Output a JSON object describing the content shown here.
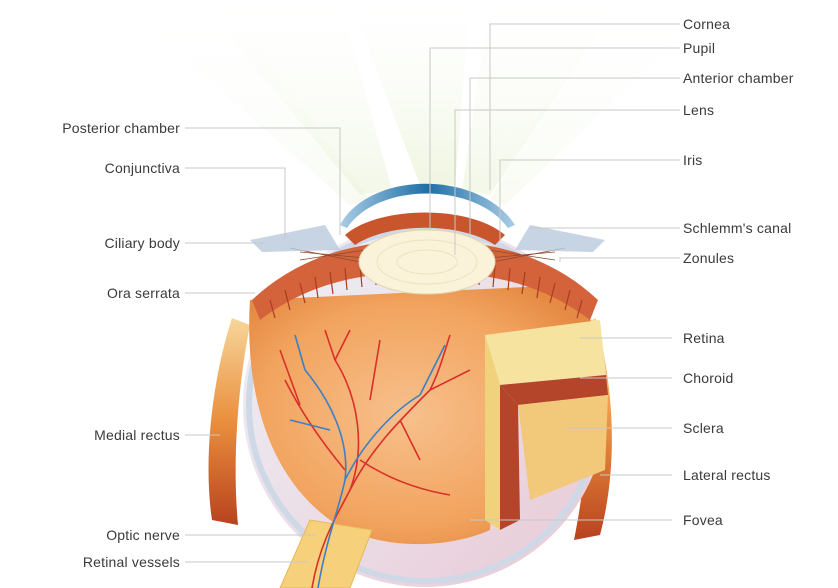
{
  "labels": {
    "left": {
      "posterior_chamber": "Posterior chamber",
      "conjunctiva": "Conjunctiva",
      "ciliary_body": "Ciliary body",
      "ora_serrata": "Ora serrata",
      "medial_rectus": "Medial rectus",
      "optic_nerve": "Optic nerve",
      "retinal_vessels": "Retinal vessels"
    },
    "right": {
      "cornea": "Cornea",
      "pupil": "Pupil",
      "anterior_chamber": "Anterior chamber",
      "lens": "Lens",
      "iris": "Iris",
      "schlemms_canal": "Schlemm's canal",
      "zonules": "Zonules",
      "retina": "Retina",
      "choroid": "Choroid",
      "sclera": "Sclera",
      "lateral_rectus": "Lateral rectus",
      "fovea": "Fovea"
    }
  },
  "colors": {
    "label_text": "#3a3a3a",
    "leader_line": "#c8c8c8",
    "sclera": "#e4e9f2",
    "outer_layer": "#cfd8e6",
    "retina_fill": "#f2a96a",
    "choroid": "#b4452b",
    "muscle": "#e8883c",
    "cornea": "#3f8fc0",
    "lens": "#fbf3d9",
    "iris": "#c9552d",
    "light_beam": "#f2f7e4",
    "vessel_red": "#d9302a",
    "vessel_blue": "#3d7fc4",
    "nerve": "#f6d07a"
  }
}
